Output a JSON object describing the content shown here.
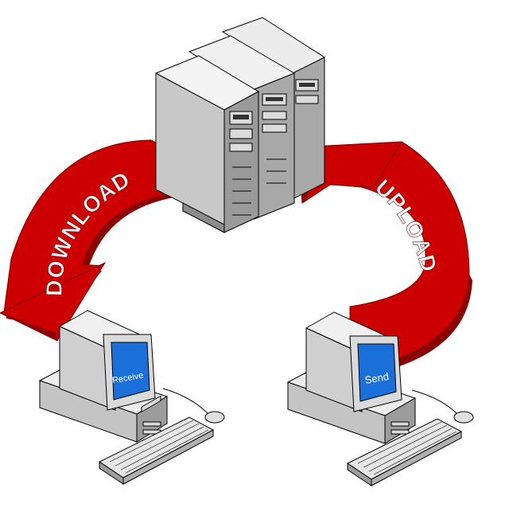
{
  "diagram": {
    "download_label": "DOWNLOAD",
    "upload_label": "UPLOAD",
    "left_screen_label": "Receive",
    "right_screen_label": "Send"
  },
  "colors": {
    "arrow_red": "#cc0000",
    "arrow_dark": "#8b0000",
    "case_light": "#e0e0e0",
    "case_mid": "#c0c0c0",
    "case_dark": "#8c8c8c",
    "screen_blue": "#1a6fd8"
  },
  "icons": [
    "server-rack-icon",
    "desktop-computer-icon",
    "keyboard-icon",
    "mouse-icon"
  ]
}
